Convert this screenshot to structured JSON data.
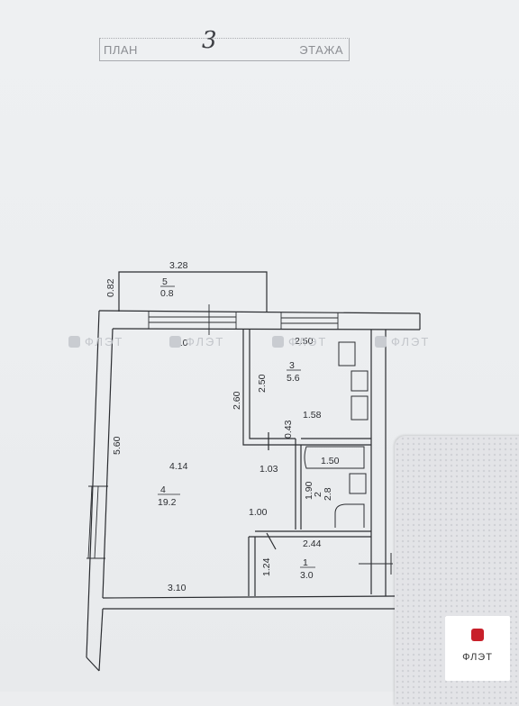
{
  "header": {
    "plan_label": "ПЛАН",
    "floor_label": "ЭТАЖА",
    "floor_number": "3"
  },
  "watermark": {
    "text": "ФЛЭТ",
    "color": "#c3c6cb"
  },
  "logo": {
    "text": "ФЛЭТ",
    "brand_color": "#c8202a"
  },
  "rooms": {
    "r1": {
      "number": "1",
      "area": "3.0"
    },
    "r2": {
      "number": "2",
      "area": "2.8"
    },
    "r3": {
      "number": "3",
      "area": "5.6"
    },
    "r4": {
      "number": "4",
      "area": "19.2"
    },
    "r5": {
      "number": "5",
      "area": "0.8"
    }
  },
  "dimensions": {
    "balcony_width": "3.28",
    "balcony_depth": "0.82",
    "room4_top": "3.10",
    "room4_bottom": "3.10",
    "room4_left": "5.60",
    "room4_inner": "4.14",
    "room4_side": "2.60",
    "room4_lower_side": "1.00",
    "room4_notch": "1.03",
    "room3_top": "2.50",
    "room3_side": "2.50",
    "room3_bottom": "1.58",
    "corridor": "0.43",
    "bath_width": "1.50",
    "bath_height": "1.90",
    "wc_width": "2.44",
    "wc_height": "1.24"
  }
}
